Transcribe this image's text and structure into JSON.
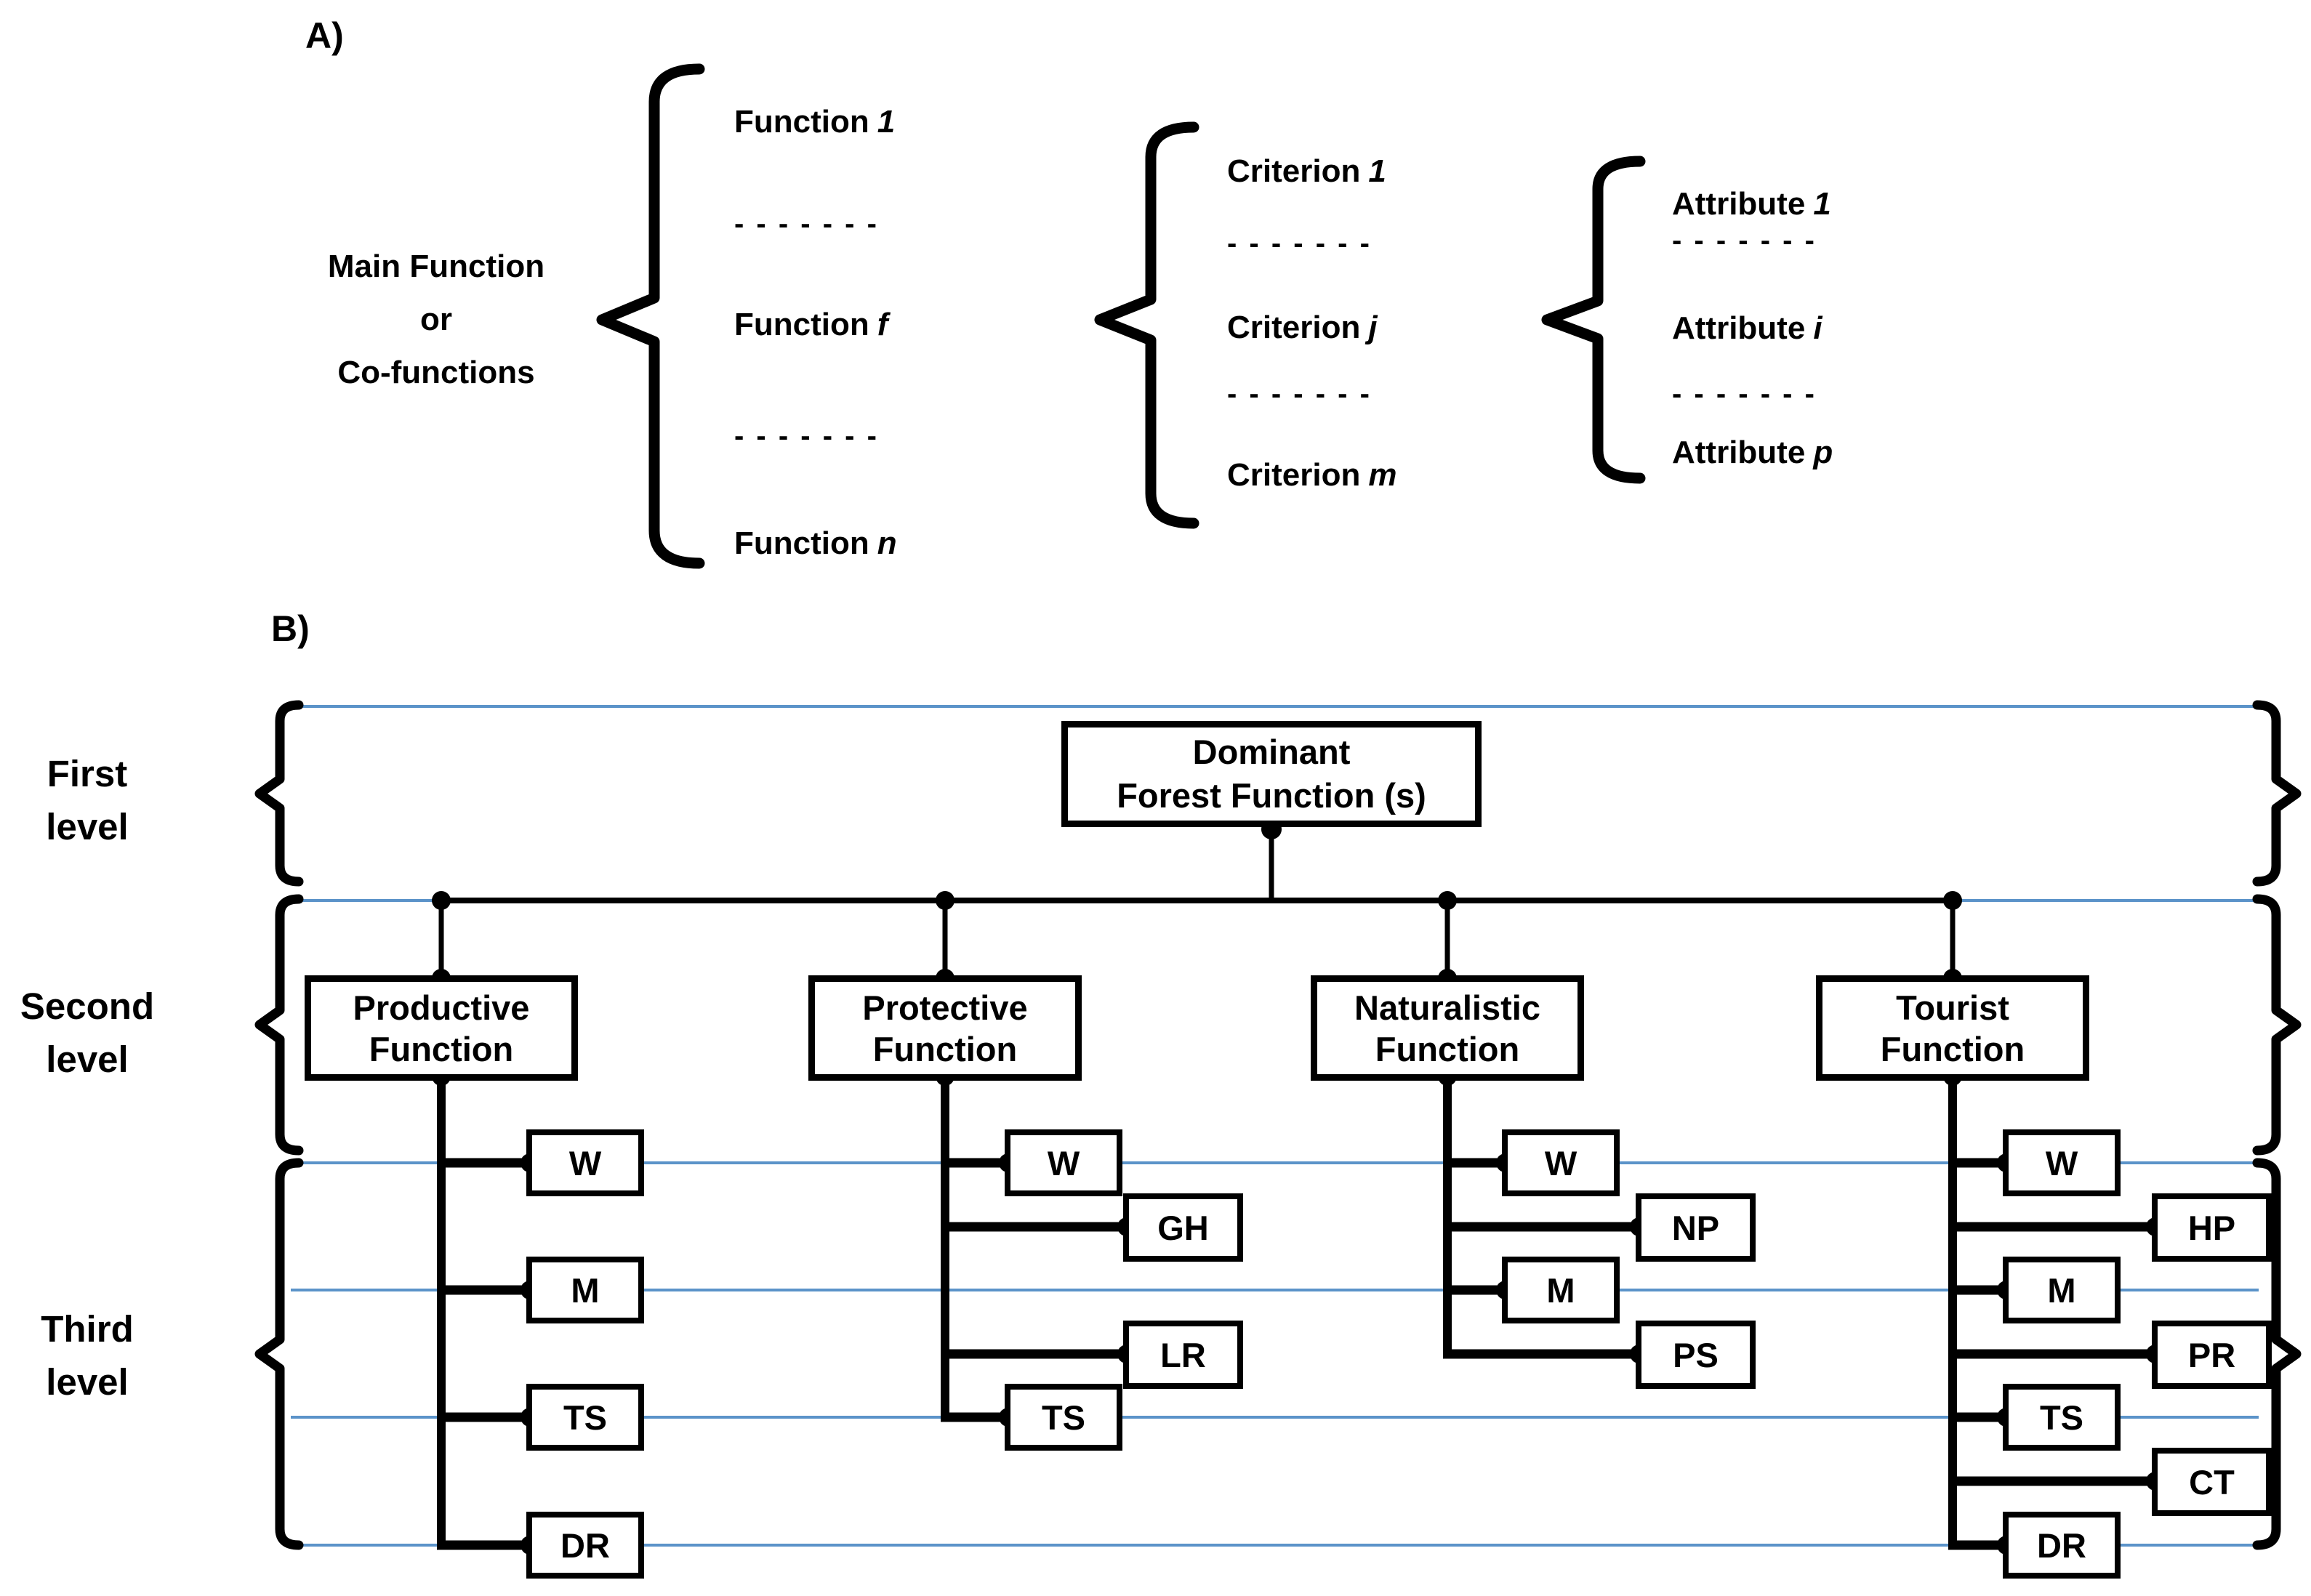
{
  "partA": {
    "section_label": "A)",
    "main_label": {
      "lines": [
        "Main Function",
        "or",
        "Co-functions"
      ]
    },
    "functions": [
      {
        "label": "Function",
        "var": "1"
      },
      {
        "dashes": "- - - - - - -"
      },
      {
        "label": "Function",
        "var": "f"
      },
      {
        "dashes": "- - - - - - -"
      },
      {
        "label": "Function",
        "var": "n"
      }
    ],
    "criteria": [
      {
        "label": "Criterion",
        "var": "1"
      },
      {
        "dashes": "- - - - - - -"
      },
      {
        "label": "Criterion",
        "var": "j"
      },
      {
        "dashes": "- - - - - - -"
      },
      {
        "label": "Criterion",
        "var": "m"
      }
    ],
    "attributes": [
      {
        "label": "Attribute",
        "var": "1"
      },
      {
        "dashes": "- - - - - - -"
      },
      {
        "label": "Attribute",
        "var": "i"
      },
      {
        "dashes": "- - - - - - -"
      },
      {
        "label": "Attribute",
        "var": "p"
      }
    ]
  },
  "partB": {
    "section_label": "B)",
    "levels": [
      {
        "line1": "First",
        "line2": "level"
      },
      {
        "line1": "Second",
        "line2": "level"
      },
      {
        "line1": "Third",
        "line2": "level"
      }
    ],
    "root": {
      "line1": "Dominant",
      "line2": "Forest Function (s)"
    },
    "branches": [
      {
        "title_line1": "Productive",
        "title_line2": "Function",
        "leaves": [
          "W",
          "M",
          "TS",
          "DR"
        ]
      },
      {
        "title_line1": "Protective",
        "title_line2": "Function",
        "leaves": [
          "W",
          "GH",
          "LR",
          "TS"
        ]
      },
      {
        "title_line1": "Naturalistic",
        "title_line2": "Function",
        "leaves": [
          "W",
          "NP",
          "M",
          "PS"
        ]
      },
      {
        "title_line1": "Tourist",
        "title_line2": "Function",
        "leaves": [
          "W",
          "HP",
          "M",
          "PR",
          "TS",
          "CT",
          "DR"
        ]
      }
    ],
    "colors": {
      "line_black": "#000000",
      "guide_blue": "#5b93c9"
    }
  }
}
